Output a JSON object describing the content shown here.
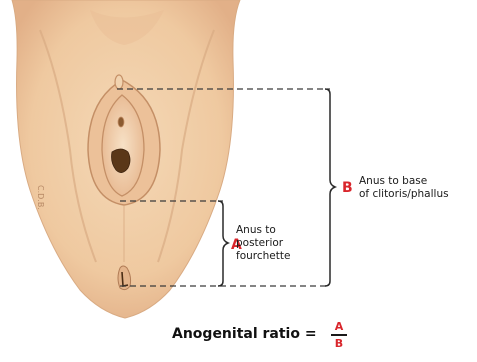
{
  "colors": {
    "accent": "#d9262c",
    "skin": "#f0cfa8",
    "skin_shadow": "#d9ab83",
    "outline": "#c48f66",
    "dark": "#5a3718",
    "dashed": "#3a3a3a"
  },
  "label_a": {
    "letter": "A",
    "line1": "Anus to",
    "line2": "posterior",
    "line3": "fourchette"
  },
  "label_b": {
    "letter": "B",
    "line1": "Anus to base",
    "line2": "of clitoris/phallus"
  },
  "formula": {
    "title": "Anogenital ratio =",
    "numerator": "A",
    "denominator": "B"
  },
  "signature": "C.D.B."
}
